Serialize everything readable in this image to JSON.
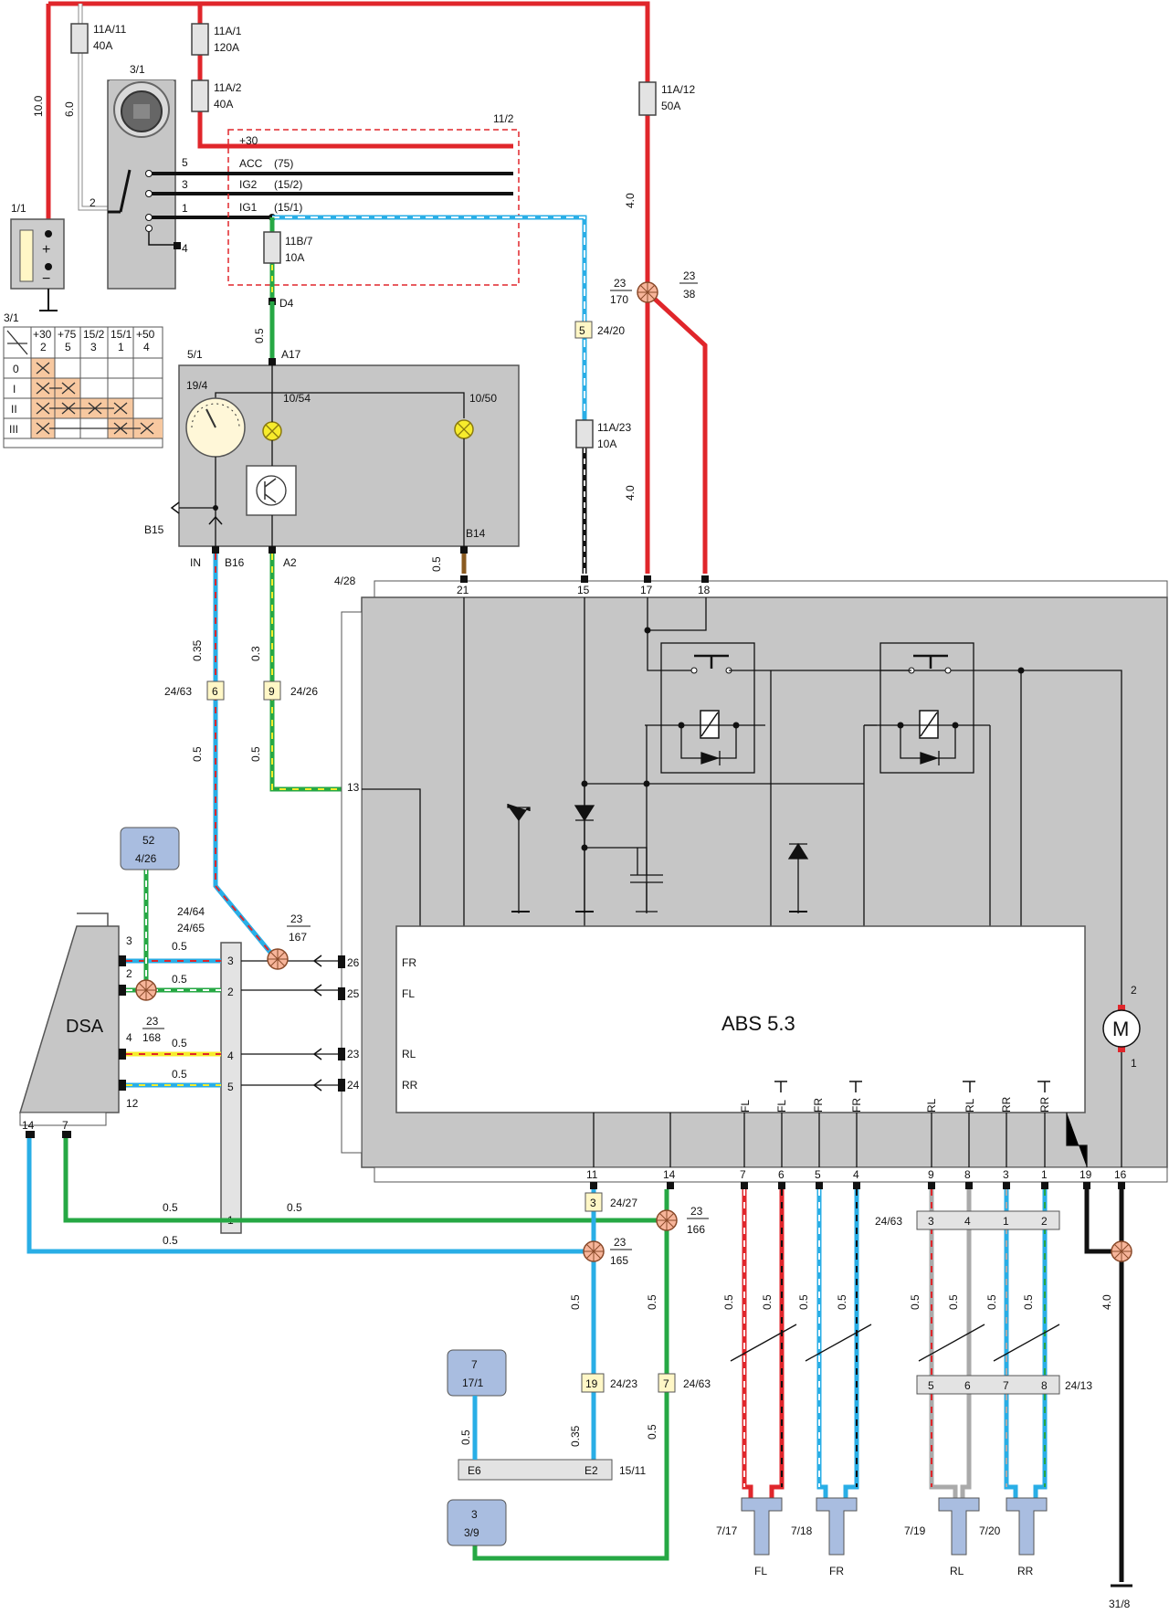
{
  "fuses": {
    "f11a11": "11A/11",
    "f11a11_rating": "40A",
    "f11a1": "11A/1",
    "f11a1_rating": "120A",
    "f11a2": "11A/2",
    "f11a2_rating": "40A",
    "f11a12": "11A/12",
    "f11a12_rating": "50A",
    "f11b7": "11B/7",
    "f11b7_rating": "10A",
    "f11a23": "11A/23",
    "f11a23_rating": "10A"
  },
  "wire_sizes": {
    "w10": "10.0",
    "w6": "6.0",
    "w4a": "4.0",
    "w4b": "4.0",
    "w4c": "4.0",
    "w05": "0.5",
    "w035": "0.35",
    "w03": "0.3"
  },
  "battery": {
    "ref": "1/1",
    "plus": "+",
    "minus": "−"
  },
  "ignition": {
    "ref": "3/1",
    "pin5": "5",
    "pin3": "3",
    "pin1": "1",
    "pin4": "4",
    "pin2": "2"
  },
  "relay_box": {
    "ref": "11/2",
    "plus30": "+30",
    "acc": "ACC",
    "acc_t": "(75)",
    "ig2": "IG2",
    "ig2_t": "(15/2)",
    "ig1": "IG1",
    "ig1_t": "(15/1)"
  },
  "switch_table": {
    "ref": "3/1",
    "headers": [
      "+30",
      "+75",
      "15/2",
      "15/1",
      "+50"
    ],
    "subheaders": [
      "2",
      "5",
      "3",
      "1",
      "4"
    ],
    "rows": [
      "0",
      "I",
      "II",
      "III"
    ]
  },
  "cluster": {
    "ref": "5/1",
    "gauge": "19/4",
    "lamp1": "10/54",
    "lamp2": "10/50",
    "a17": "A17",
    "b15": "B15",
    "b14": "B14",
    "in": "IN",
    "b16": "B16",
    "a2": "A2",
    "d4": "D4"
  },
  "connectors": {
    "c2420": "5",
    "c2420_ref": "24/20",
    "c2463": "6",
    "c2463_ref": "24/63",
    "c2426": "9",
    "c2426_ref": "24/26",
    "c2427": "3",
    "c2427_ref": "24/27",
    "c2423": "19",
    "c2423_ref": "24/23",
    "c2463b": "7",
    "c2463b_ref": "24/63"
  },
  "splices": {
    "s170": "23",
    "s170b": "170",
    "s38a": "23",
    "s38b": "38",
    "s167a": "23",
    "s167b": "167",
    "s168a": "23",
    "s168b": "168",
    "s166a": "23",
    "s166b": "166",
    "s165a": "23",
    "s165b": "165"
  },
  "abs": {
    "ref": "4/28",
    "title": "ABS 5.3",
    "top_pins": [
      "21",
      "15",
      "17",
      "18"
    ],
    "left_pins": [
      "13",
      "26",
      "25",
      "23",
      "24"
    ],
    "inputs": [
      "FR",
      "FL",
      "RL",
      "RR"
    ],
    "bottom_pins": [
      "11",
      "14",
      "7",
      "6",
      "5",
      "4",
      "9",
      "8",
      "3",
      "1",
      "19",
      "16"
    ],
    "sensor_labels": [
      "FL",
      "FL",
      "FR",
      "FR",
      "RL",
      "RL",
      "RR",
      "RR"
    ],
    "motor": "M",
    "motor_p2": "2",
    "motor_p1": "1"
  },
  "dsa": {
    "title": "DSA",
    "p3": "3",
    "p2": "2",
    "p4": "4",
    "p12": "12",
    "p14": "14",
    "p7": "7",
    "ref1": "24/64",
    "ref2": "24/65"
  },
  "bus_connector": {
    "p3": "3",
    "p2": "2",
    "p4": "4",
    "p5": "5",
    "p1": "1"
  },
  "blue_boxes": {
    "b1a": "52",
    "b1b": "4/26",
    "b2a": "7",
    "b2b": "17/1",
    "b3a": "3",
    "b3b": "3/9"
  },
  "conn_2463": {
    "ref": "24/63",
    "pins": [
      "3",
      "4",
      "1",
      "2"
    ]
  },
  "conn_2413": {
    "ref": "24/13",
    "pins": [
      "5",
      "6",
      "7",
      "8"
    ]
  },
  "conn_1511": {
    "ref": "15/11",
    "e6": "E6",
    "e2": "E2"
  },
  "sensors": {
    "fl": "7/17",
    "fr": "7/18",
    "rl": "7/19",
    "rr": "7/20",
    "fl_l": "FL",
    "fr_l": "FR",
    "rl_l": "RL",
    "rr_l": "RR"
  },
  "ground": {
    "ref": "31/8"
  },
  "colors": {
    "red": "#e0262b",
    "blue": "#29aee6",
    "green": "#26a844",
    "yellow": "#f7ec2c",
    "grey_fill": "#c6c6c6",
    "box_blue": "#a9bde0",
    "splice": "#f7b59a"
  }
}
